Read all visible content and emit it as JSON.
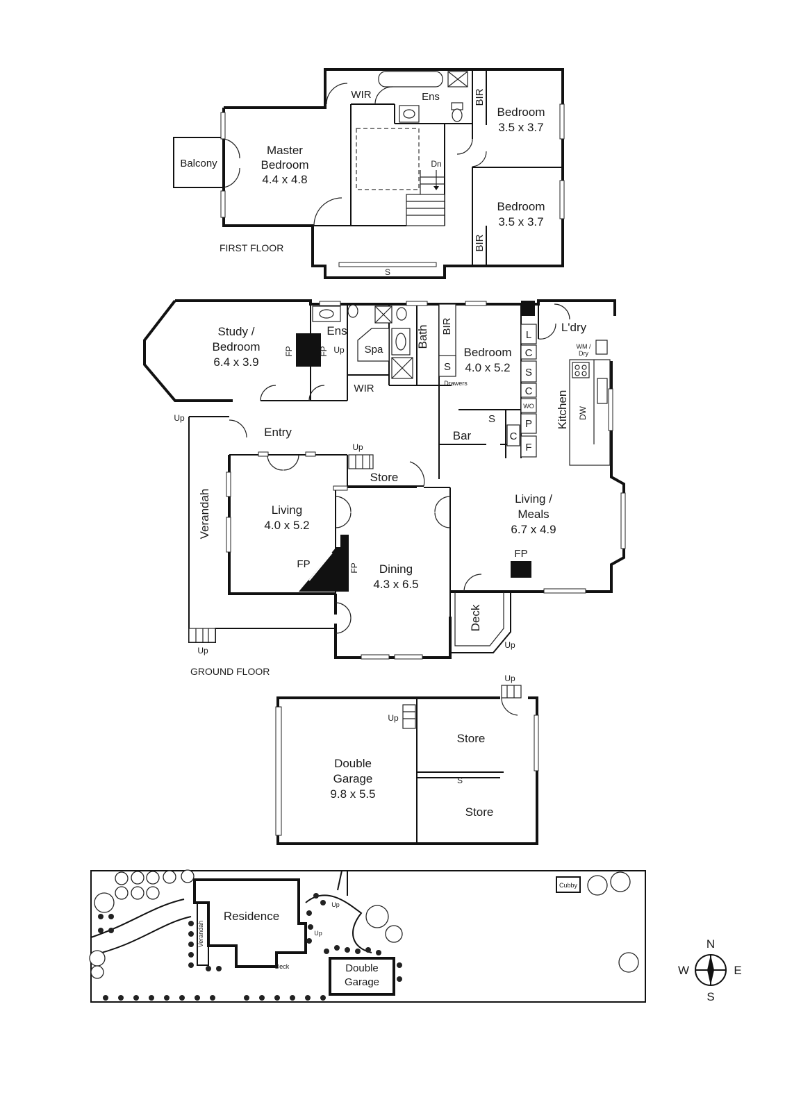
{
  "first_floor": {
    "title": "FIRST FLOOR",
    "rooms": {
      "master": "Master",
      "master_bedroom": "Bedroom",
      "master_size": "4.4 x 4.8",
      "balcony": "Balcony",
      "wir": "WIR",
      "ens": "Ens",
      "bir_top": "BIR",
      "bir_bottom": "BIR",
      "bedroom1": "Bedroom",
      "bedroom1_size": "3.5 x 3.7",
      "bedroom2": "Bedroom",
      "bedroom2_size": "3.5 x 3.7",
      "dn": "Dn",
      "shelf": "S"
    }
  },
  "ground_floor": {
    "title": "GROUND FLOOR",
    "rooms": {
      "study": "Study /",
      "study_bedroom": "Bedroom",
      "study_size": "6.4 x 3.9",
      "fp_study_left": "FP",
      "fp_study_right": "FP",
      "ens": "Ens",
      "up_spa": "Up",
      "spa": "Spa",
      "wir": "WIR",
      "bath": "Bath",
      "bir": "BIR",
      "bedroom": "Bedroom",
      "bedroom_size": "4.0 x 5.2",
      "s_bed": "S",
      "drawers": "Drawers",
      "laundry": "L'dry",
      "wm_dry": "WM /",
      "dry": "Dry",
      "cup_l": "L",
      "cup_c1": "C",
      "cup_s": "S",
      "cup_c2": "C",
      "cup_wo": "WO",
      "cup_p": "P",
      "cup_f": "F",
      "cup_c3": "C",
      "bar_s": "S",
      "kitchen": "Kitchen",
      "dw": "DW",
      "entry": "Entry",
      "up_verandah": "Up",
      "up_entry": "Up",
      "bar": "Bar",
      "store": "Store",
      "verandah": "Verandah",
      "living": "Living",
      "living_size": "4.0 x 5.2",
      "fp_living": "FP",
      "fp_dining": "FP",
      "dining": "Dining",
      "dining_size": "4.3 x 6.5",
      "living_meals": "Living /",
      "meals": "Meals",
      "living_meals_size": "6.7 x 4.9",
      "fp_meals": "FP",
      "deck": "Deck",
      "up_deck": "Up",
      "up_front": "Up"
    }
  },
  "garage": {
    "up_top": "Up",
    "up_inner": "Up",
    "double": "Double",
    "garage": "Garage",
    "size": "9.8 x 5.5",
    "store_top": "Store",
    "store_bottom": "Store",
    "shelf": "S"
  },
  "site_plan": {
    "residence": "Residence",
    "verandah": "Verandah",
    "deck": "Deck",
    "up_a": "Up",
    "up_b": "Up",
    "cubby": "Cubby",
    "double": "Double",
    "garage": "Garage"
  },
  "compass": {
    "n": "N",
    "s": "S",
    "e": "E",
    "w": "W"
  }
}
